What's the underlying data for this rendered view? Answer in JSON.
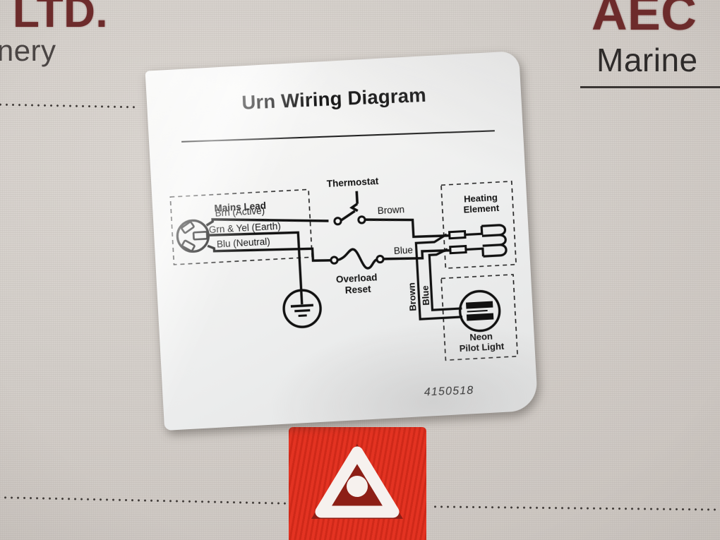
{
  "background": {
    "brand_top_left": "LTD.",
    "brand_subtitle_left": "inery",
    "brand_top_right": "AEC",
    "brand_subtitle_right": "Marine",
    "logo_name": "red-triangle-logo"
  },
  "label": {
    "title": "Urn Wiring Diagram",
    "part_number": "4150518",
    "diagram": {
      "type": "wiring-schematic",
      "groups": [
        {
          "id": "mains-lead",
          "label": "Mains Lead",
          "boxed": true,
          "box_style": "dashed"
        },
        {
          "id": "heating-element",
          "label": "Heating Element",
          "label_lines": [
            "Heating",
            "Element"
          ],
          "boxed": true,
          "box_style": "dashed"
        },
        {
          "id": "neon-pilot-light",
          "label": "Neon Pilot Light",
          "label_lines": [
            "Neon",
            "Pilot Light"
          ],
          "boxed": true,
          "box_style": "dashed"
        }
      ],
      "components": [
        {
          "id": "mains-plug",
          "symbol": "three-pin-plug"
        },
        {
          "id": "thermostat",
          "label": "Thermostat",
          "symbol": "switch-with-actuator"
        },
        {
          "id": "overload-reset",
          "label": "Overload Reset",
          "label_lines": [
            "Overload",
            "Reset"
          ],
          "symbol": "thermal-cutout"
        },
        {
          "id": "earth-ground",
          "symbol": "earth-ground-circle"
        },
        {
          "id": "heater-coil",
          "symbol": "resistive-coil"
        },
        {
          "id": "neon-lamp",
          "symbol": "neon-lamp-circle"
        }
      ],
      "wires": [
        {
          "id": "wire-brn-active",
          "label": "Brn (Active)",
          "color_name": "Brown"
        },
        {
          "id": "wire-grn-yel-earth",
          "label": "Grn & Yel (Earth)",
          "color_name": "Green & Yellow"
        },
        {
          "id": "wire-blu-neutral",
          "label": "Blu (Neutral)",
          "color_name": "Blue"
        },
        {
          "id": "wire-brown-thermostat-out",
          "label": "Brown",
          "color_name": "Brown"
        },
        {
          "id": "wire-blue-overload-out",
          "label": "Blue",
          "color_name": "Blue"
        },
        {
          "id": "wire-brown-neon",
          "label": "Brown",
          "color_name": "Brown",
          "orientation": "vertical"
        },
        {
          "id": "wire-blue-neon",
          "label": "Blue",
          "color_name": "Blue",
          "orientation": "vertical"
        }
      ]
    }
  },
  "colors": {
    "paper_background": "#d8d3ce",
    "label_paper": "#f4f4f3",
    "ink": "#111111",
    "brand_red": "#6d2b2b",
    "logo_red": "#e22d1b"
  }
}
